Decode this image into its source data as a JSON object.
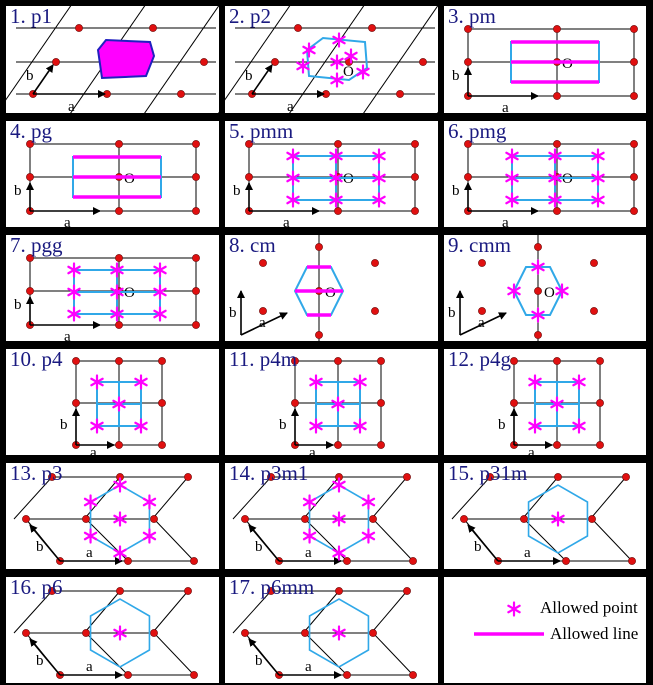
{
  "panels": [
    {
      "title": "1. p1"
    },
    {
      "title": "2. p2"
    },
    {
      "title": "3. pm"
    },
    {
      "title": "4. pg"
    },
    {
      "title": "5. pmm"
    },
    {
      "title": "6. pmg"
    },
    {
      "title": "7. pgg"
    },
    {
      "title": "8. cm"
    },
    {
      "title": "9. cmm"
    },
    {
      "title": "10. p4"
    },
    {
      "title": "11. p4m"
    },
    {
      "title": "12. p4g"
    },
    {
      "title": "13. p3"
    },
    {
      "title": "14. p3m1"
    },
    {
      "title": "15. p31m"
    },
    {
      "title": "16. p6"
    },
    {
      "title": "17. p6mm"
    }
  ],
  "labels": {
    "a": "a",
    "b": "b",
    "origin": "O"
  },
  "legend": {
    "point_label": "Allowed point",
    "line_label": "Allowed line"
  },
  "colors": {
    "lattice_point": "#e01010",
    "allowed": "#ff00ff",
    "cell_outline": "#30a8e8",
    "border": "#000000",
    "title": "#1a1a80"
  }
}
